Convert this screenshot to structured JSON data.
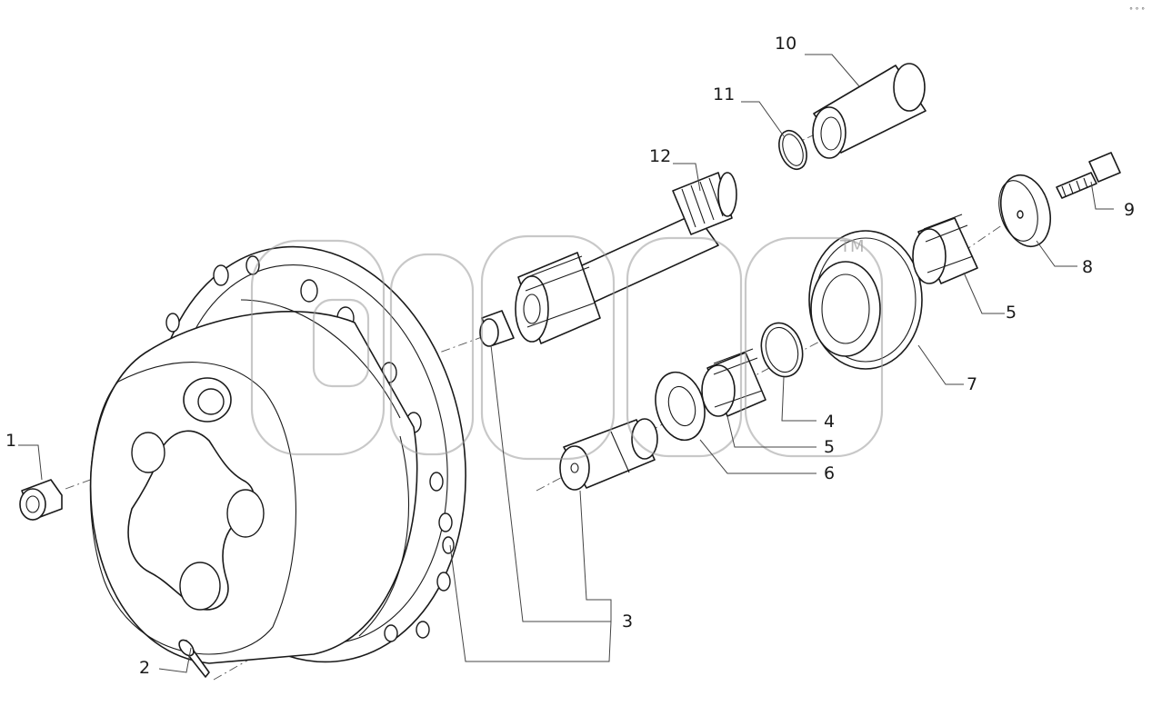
{
  "diagram": {
    "callouts": [
      {
        "id": "1",
        "label": "1"
      },
      {
        "id": "2",
        "label": "2"
      },
      {
        "id": "3",
        "label": "3"
      },
      {
        "id": "4",
        "label": "4"
      },
      {
        "id": "5a",
        "label": "5"
      },
      {
        "id": "5b",
        "label": "5"
      },
      {
        "id": "6",
        "label": "6"
      },
      {
        "id": "7",
        "label": "7"
      },
      {
        "id": "8",
        "label": "8"
      },
      {
        "id": "9",
        "label": "9"
      },
      {
        "id": "10",
        "label": "10"
      },
      {
        "id": "11",
        "label": "11"
      },
      {
        "id": "12",
        "label": "12"
      }
    ],
    "watermark": {
      "text": "TM"
    },
    "corner_mark": "° ° °"
  }
}
